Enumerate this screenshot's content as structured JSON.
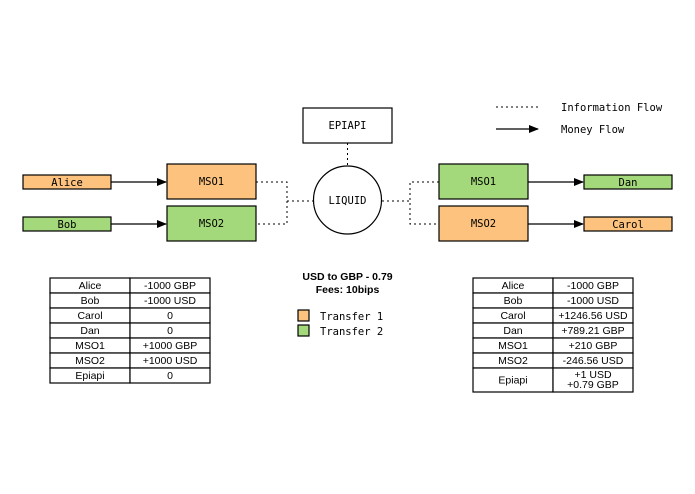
{
  "colors": {
    "transfer1": "#fcc27e",
    "transfer2": "#a4d97b"
  },
  "legend": {
    "information_flow": "Information Flow",
    "money_flow": "Money Flow",
    "transfer1": "Transfer 1",
    "transfer2": "Transfer 2"
  },
  "nodes": {
    "alice": "Alice",
    "bob": "Bob",
    "mso1_left": "MSO1",
    "mso2_left": "MSO2",
    "epiapi": "EPIAPI",
    "liquid": "LIQUID",
    "mso1_right": "MSO1",
    "mso2_right": "MSO2",
    "dan": "Dan",
    "carol": "Carol"
  },
  "info": {
    "rate": "USD to GBP - 0.79",
    "fees": "Fees: 10bips"
  },
  "balances_before": [
    [
      "Alice",
      "-1000 GBP"
    ],
    [
      "Bob",
      "-1000 USD"
    ],
    [
      "Carol",
      "0"
    ],
    [
      "Dan",
      "0"
    ],
    [
      "MSO1",
      "+1000 GBP"
    ],
    [
      "MSO2",
      "+1000 USD"
    ],
    [
      "Epiapi",
      "0"
    ]
  ],
  "balances_after": [
    [
      "Alice",
      "-1000 GBP"
    ],
    [
      "Bob",
      "-1000 USD"
    ],
    [
      "Carol",
      "+1246.56 USD"
    ],
    [
      "Dan",
      "+789.21 GBP"
    ],
    [
      "MSO1",
      "+210 GBP"
    ],
    [
      "MSO2",
      "-246.56 USD"
    ],
    [
      "Epiapi",
      "+1 USD",
      "+0.79 GBP"
    ]
  ]
}
